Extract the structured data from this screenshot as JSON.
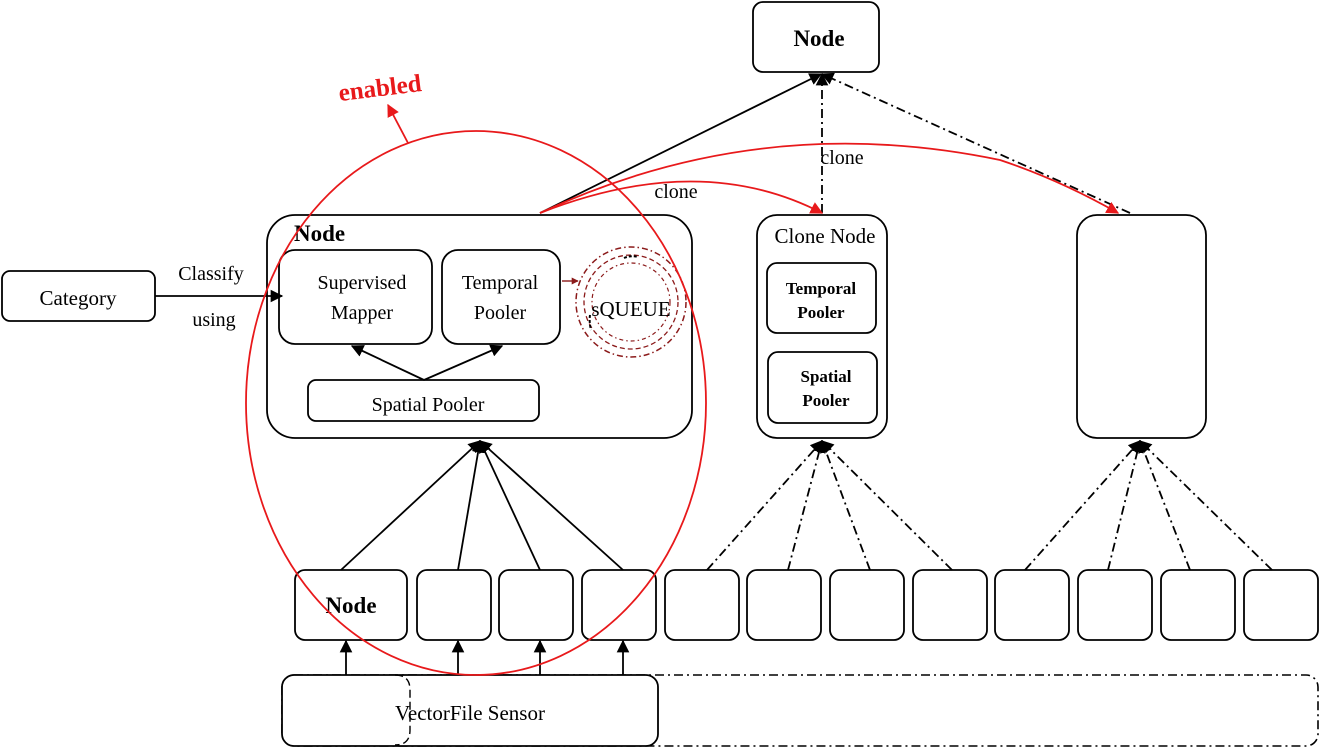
{
  "labels": {
    "top_node": "Node",
    "main_node": "Node",
    "clone_node": "Clone Node",
    "category": "Category",
    "classify": "Classify",
    "using": "using",
    "supervised_line1": "Supervised",
    "supervised_line2": "Mapper",
    "temporal_line1": "Temporal",
    "temporal_line2": "Pooler",
    "squeue": "sQUEUE",
    "spatial_pooler": "Spatial Pooler",
    "clone_temporal_line1": "Temporal",
    "clone_temporal_line2": "Pooler",
    "clone_spatial_line1": "Spatial",
    "clone_spatial_line2": "Pooler",
    "bottom_node": "Node",
    "sensor": "VectorFile Sensor",
    "enabled": "enabled",
    "clone_top": "clone",
    "clone_mid": "clone"
  },
  "colors": {
    "highlight": "#e8191b",
    "queue": "#8b1a1a",
    "stroke": "#000000"
  }
}
